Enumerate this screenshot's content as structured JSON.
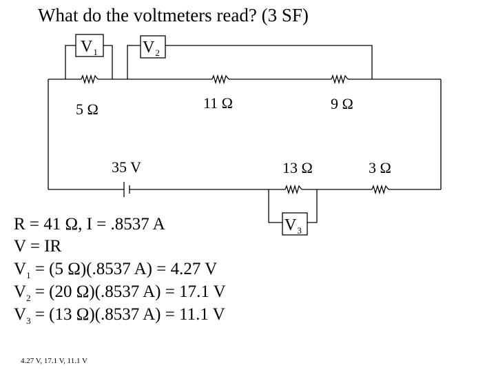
{
  "title": "What do the voltmeters read? (3 SF)",
  "circuit": {
    "battery": {
      "label": "35 V"
    },
    "resistors": [
      {
        "id": "r5",
        "label": "5 Ω"
      },
      {
        "id": "r11",
        "label": "11 Ω"
      },
      {
        "id": "r9",
        "label": "9 Ω"
      },
      {
        "id": "r13",
        "label": "13 Ω"
      },
      {
        "id": "r3",
        "label": "3 Ω"
      }
    ],
    "voltmeters": [
      {
        "id": "v1",
        "letter": "V",
        "sub": "1"
      },
      {
        "id": "v2",
        "letter": "V",
        "sub": "2"
      },
      {
        "id": "v3",
        "letter": "V",
        "sub": "3"
      }
    ]
  },
  "work": {
    "line1": "R = 41 Ω,  I = .8537 A",
    "line2": "V = IR",
    "v1": {
      "letter": "V",
      "sub": "1",
      "eq": " = (5 Ω)(.8537 A) = 4.27 V"
    },
    "v2": {
      "letter": "V",
      "sub": "2",
      "eq": " = (20 Ω)(.8537 A) = 17.1 V"
    },
    "v3": {
      "letter": "V",
      "sub": "3",
      "eq": " = (13 Ω)(.8537 A) = 11.1 V"
    }
  },
  "answer": "4.27 V, 17.1 V, 11.1 V"
}
